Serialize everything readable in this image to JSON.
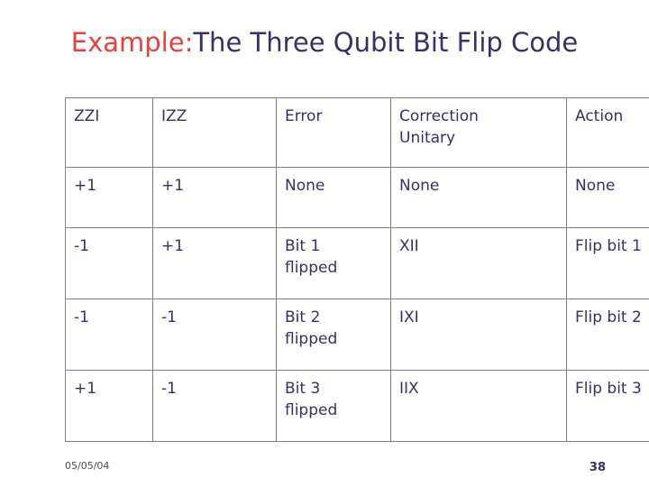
{
  "slide": {
    "title_lead": "Example:",
    "title_rest": "The Three Qubit Bit Flip Code",
    "colors": {
      "title_lead": "#e8413c",
      "title_rest": "#3b2f63",
      "table_border": "#808080",
      "text": "#3b2f63"
    },
    "footer": {
      "date": "05/05/04",
      "page_number": "38"
    }
  },
  "table": {
    "headers": [
      "ZZI",
      "IZZ",
      "Error",
      "Correction Unitary",
      "Action"
    ],
    "header_cells": {
      "c0": "ZZI",
      "c1": "IZZ",
      "c2": "Error",
      "c3_line1": "Correction",
      "c3_line2": "Unitary",
      "c4": "Action"
    },
    "rows": [
      {
        "zzi": "+1",
        "izz": "+1",
        "error_line1": "None",
        "error_line2": "",
        "correction": "None",
        "action": "None"
      },
      {
        "zzi": "-1",
        "izz": "+1",
        "error_line1": "Bit 1",
        "error_line2": "flipped",
        "correction": "XII",
        "action": "Flip bit 1"
      },
      {
        "zzi": "-1",
        "izz": "-1",
        "error_line1": "Bit 2",
        "error_line2": "flipped",
        "correction": "IXI",
        "action": "Flip bit 2"
      },
      {
        "zzi": "+1",
        "izz": "-1",
        "error_line1": "Bit 3",
        "error_line2": "flipped",
        "correction": "IIX",
        "action": "Flip bit 3"
      }
    ]
  }
}
